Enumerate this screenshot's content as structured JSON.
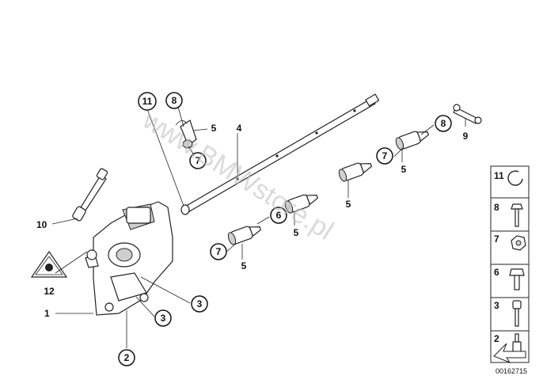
{
  "diagram": {
    "image_number": "00162715",
    "watermark": "www.BMWstore.pl",
    "callouts": {
      "c1": "1",
      "c2": "2",
      "c3a": "3",
      "c3b": "3",
      "c4": "4",
      "c5a": "5",
      "c5b": "5",
      "c5c": "5",
      "c5d": "5",
      "c6": "6",
      "c7a": "7",
      "c7b": "7",
      "c7c": "7",
      "c8a": "8",
      "c8b": "8",
      "c9": "9",
      "c10": "10",
      "c11": "11",
      "c12": "12"
    },
    "legend": [
      "11",
      "8",
      "7",
      "6",
      "3",
      "2"
    ]
  }
}
